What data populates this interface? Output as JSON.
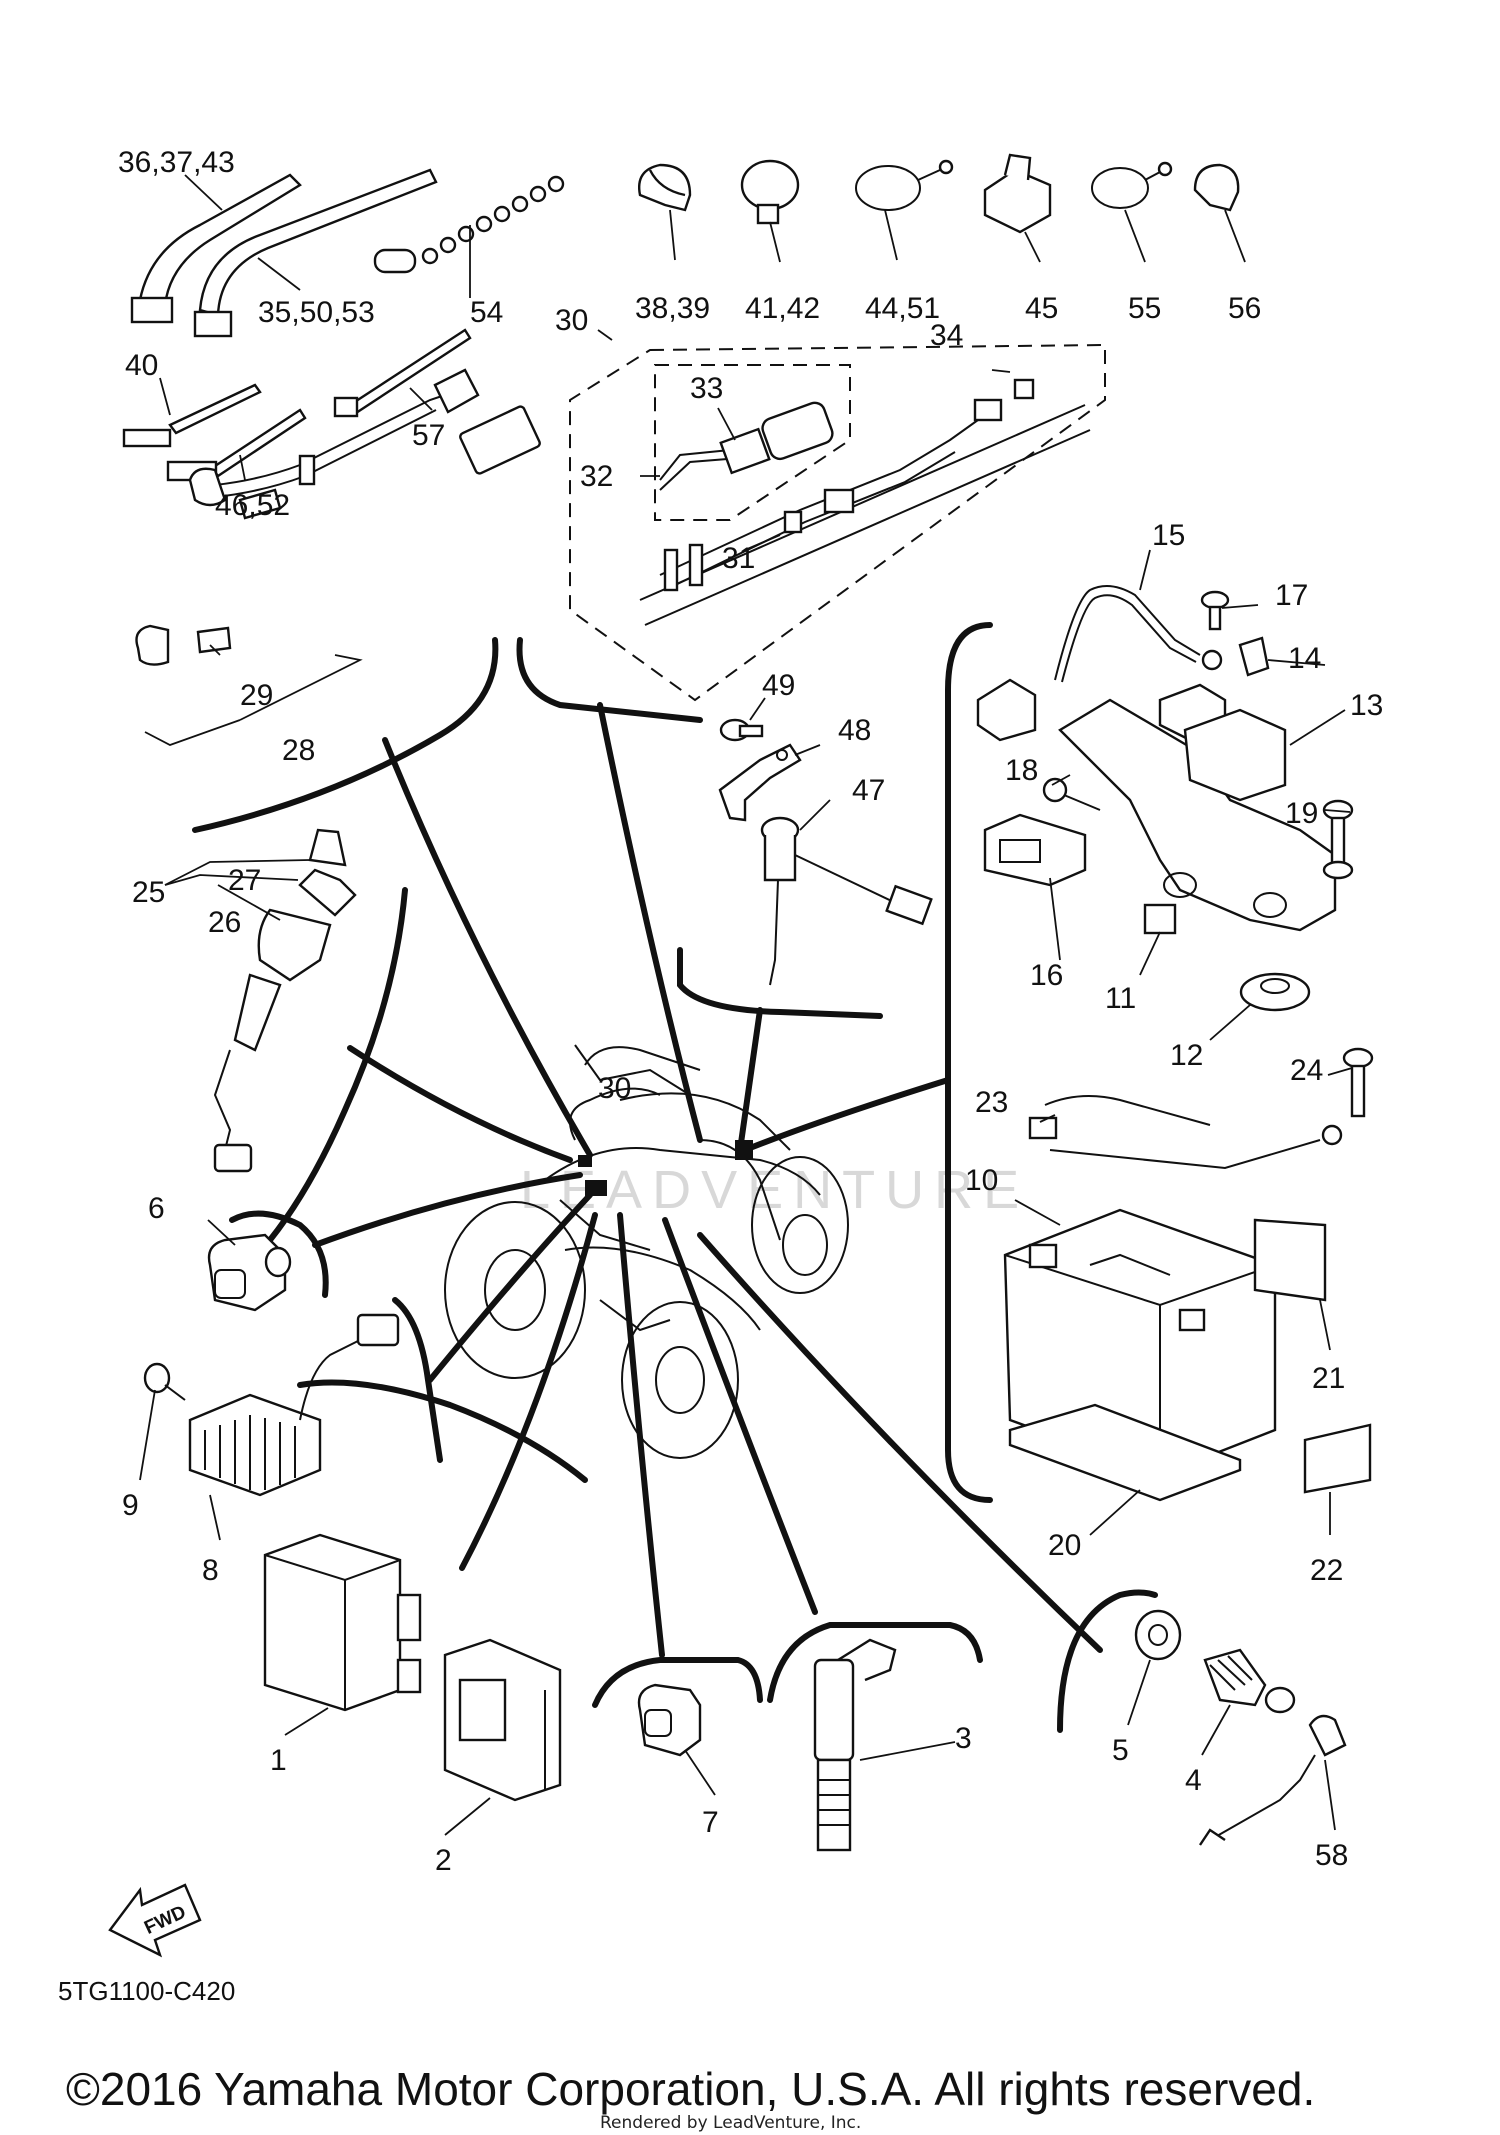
{
  "diagram": {
    "code": "5TG1100-C420",
    "copyright": "©2016 Yamaha Motor Corporation, U.S.A. All rights reserved.",
    "rendered_by": "Rendered by LeadVenture, Inc.",
    "watermark": "LEADVENTURE",
    "fwd_label": "FWD"
  },
  "callouts": [
    "36,37,43",
    "35,50,53",
    "54",
    "38,39",
    "41,42",
    "44,51",
    "45",
    "55",
    "56",
    "30",
    "40",
    "57",
    "46,52",
    "33",
    "32",
    "34",
    "31",
    "29",
    "28",
    "15",
    "17",
    "14",
    "13",
    "18",
    "19",
    "16",
    "11",
    "12",
    "49",
    "48",
    "47",
    "27",
    "25",
    "26",
    "30",
    "23",
    "24",
    "10",
    "21",
    "20",
    "22",
    "6",
    "9",
    "8",
    "1",
    "2",
    "7",
    "3",
    "5",
    "4",
    "58"
  ]
}
